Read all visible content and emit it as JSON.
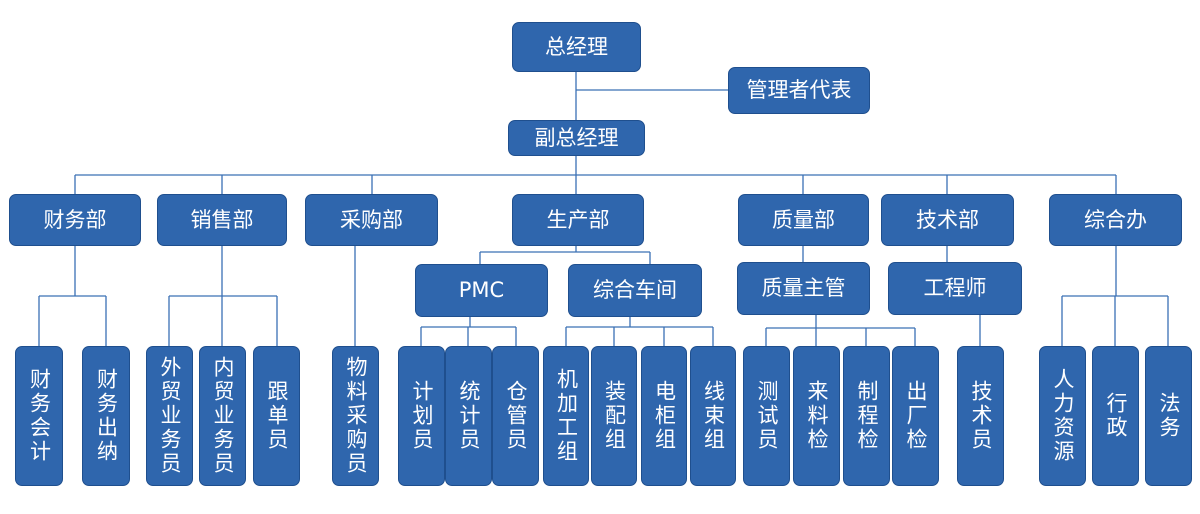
{
  "chart": {
    "general_manager": "总经理",
    "mgmt_rep": "管理者代表",
    "deputy_gm": "副总经理",
    "departments": {
      "finance": "财务部",
      "sales": "销售部",
      "purchasing": "采购部",
      "production": "生产部",
      "quality": "质量部",
      "technology": "技术部",
      "general_office": "综合办"
    },
    "sub_units": {
      "pmc": "PMC",
      "workshop": "综合车间",
      "quality_supervisor": "质量主管",
      "engineer": "工程师"
    },
    "positions": {
      "accountant": "财务会计",
      "cashier": "财务出纳",
      "foreign_trade": "外贸业务员",
      "domestic_trade": "内贸业务员",
      "follower": "跟单员",
      "buyer": "物料采购员",
      "planner": "计划员",
      "statistician": "统计员",
      "warehouse": "仓管员",
      "machining": "机加工组",
      "assembly": "装配组",
      "electric_box": "电柜组",
      "harness": "线束组",
      "tester": "测试员",
      "incoming_inspection": "来料检",
      "process_inspection": "制程检",
      "final_inspection": "出厂检",
      "technician": "技术员",
      "hr": "人力资源",
      "admin": "行政",
      "legal": "法务"
    }
  }
}
